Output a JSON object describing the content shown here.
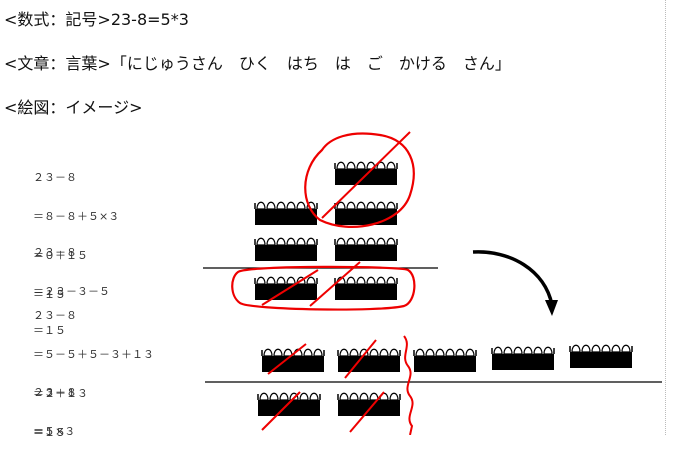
{
  "lines": {
    "formula": "<数式：記号>23-8=5*3",
    "sentence": "<文章：言葉>「にじゅうさん　ひく　はち　は　ご　かける　さん」",
    "figure": "<絵図：イメージ>"
  },
  "equations": [
    [
      "２３－８",
      "＝８－８＋５×３",
      "＝０＋１５",
      "＝１５"
    ],
    [
      "２３－８",
      "＝２３－３－５",
      "＝１５"
    ],
    [
      "２３－８",
      "＝５－５＋５－３＋１３",
      "＝２＋１３",
      "＝１５"
    ],
    [
      "２３－８",
      "＝５×３"
    ]
  ],
  "icons": [
    "eggs-in-carton-icon",
    "red-cross-out-mark",
    "curved-arrow-icon",
    "red-wavy-divider"
  ],
  "colors": {
    "ink": "#111111",
    "annotation": "#e00000"
  }
}
